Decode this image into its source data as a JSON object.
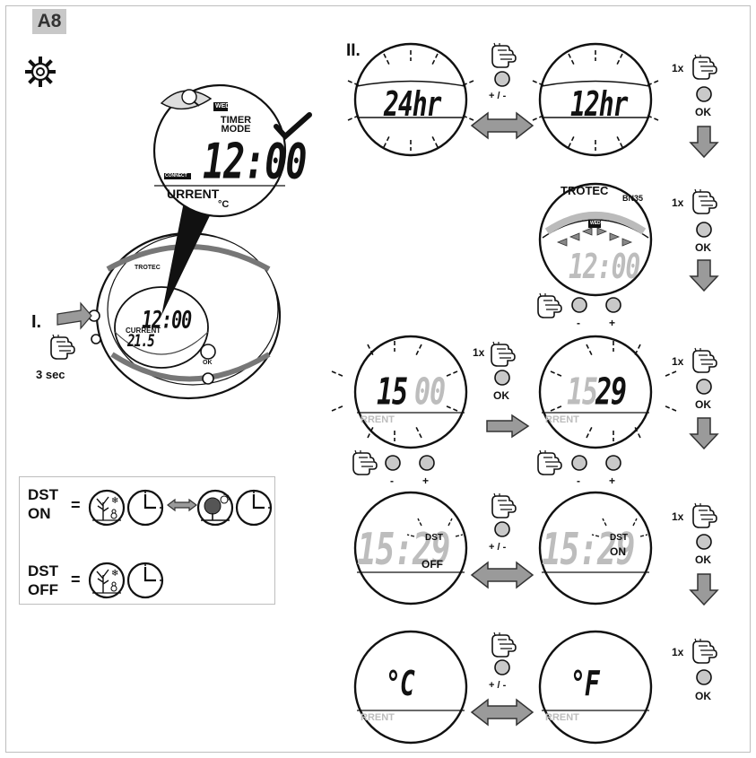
{
  "page": {
    "badge": "A8",
    "step_1": "I.",
    "step_2": "II.",
    "hold_time": "3 sec"
  },
  "device": {
    "brand": "TROTEC",
    "model": "BN35",
    "day": "WED",
    "timer_mode": "TIMER MODE",
    "time": "12:00",
    "connect": "CONNECT",
    "current": "CURRENT",
    "current_partial": "URRENT",
    "temp": "21.5",
    "celsius": "°C",
    "ok": "OK"
  },
  "controls": {
    "press_once": "1x",
    "ok": "OK",
    "plus_minus": "+ / -",
    "minus": "-",
    "plus": "+"
  },
  "displays": {
    "hr24": "24hr",
    "hr12": "12hr",
    "hour": "15",
    "minutes_blank": "00",
    "minutes": "29",
    "hour_faint": "15",
    "dst_time": "15:29",
    "dst": "DST",
    "off": "OFF",
    "on": "ON",
    "unit_c": "°C",
    "unit_f": "°F",
    "current_partial": "RRENT"
  },
  "dst_legend": {
    "on_label_1": "DST",
    "on_label_2": "ON",
    "off_label_1": "DST",
    "off_label_2": "OFF",
    "equals": "="
  },
  "icons": [
    "gear-icon",
    "hand-press-icon",
    "double-arrow-icon",
    "down-arrow-icon",
    "winter-tree-icon",
    "clock-icon",
    "summer-tree-icon",
    "checkmark-icon"
  ]
}
